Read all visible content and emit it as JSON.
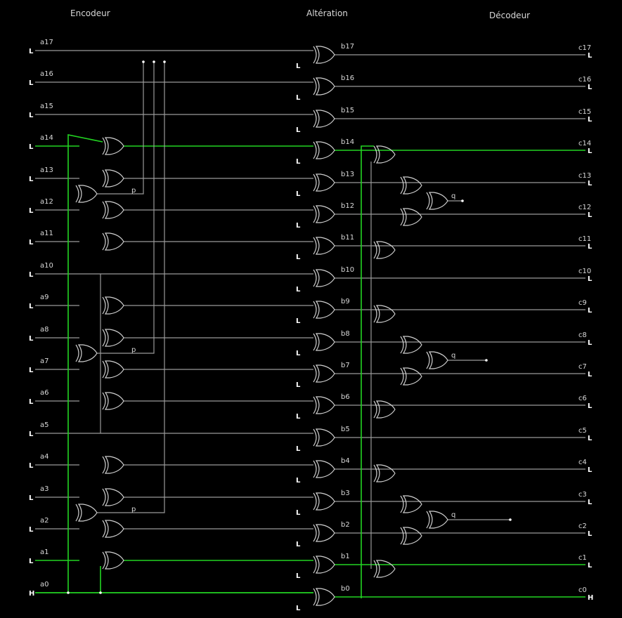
{
  "headers": {
    "encoder": "Encodeur",
    "alteration": "Altération",
    "decoder": "Décodeur"
  },
  "inputs": [
    {
      "name": "a17",
      "level": "L"
    },
    {
      "name": "a16",
      "level": "L"
    },
    {
      "name": "a15",
      "level": "L"
    },
    {
      "name": "a14",
      "level": "L"
    },
    {
      "name": "a13",
      "level": "L"
    },
    {
      "name": "a12",
      "level": "L"
    },
    {
      "name": "a11",
      "level": "L"
    },
    {
      "name": "a10",
      "level": "L"
    },
    {
      "name": "a9",
      "level": "L"
    },
    {
      "name": "a8",
      "level": "L"
    },
    {
      "name": "a7",
      "level": "L"
    },
    {
      "name": "a6",
      "level": "L"
    },
    {
      "name": "a5",
      "level": "L"
    },
    {
      "name": "a4",
      "level": "L"
    },
    {
      "name": "a3",
      "level": "L"
    },
    {
      "name": "a2",
      "level": "L"
    },
    {
      "name": "a1",
      "level": "L"
    },
    {
      "name": "a0",
      "level": "H"
    }
  ],
  "altered": [
    "b17",
    "b16",
    "b15",
    "b14",
    "b13",
    "b12",
    "b11",
    "b10",
    "b9",
    "b8",
    "b7",
    "b6",
    "b5",
    "b4",
    "b3",
    "b2",
    "b1",
    "b0"
  ],
  "alteration_levels": [
    "L",
    "L",
    "L",
    "L",
    "L",
    "L",
    "L",
    "L",
    "L",
    "L",
    "L",
    "L",
    "L",
    "L",
    "L",
    "L",
    "L",
    "L"
  ],
  "outputs": [
    {
      "name": "c17",
      "level": "L"
    },
    {
      "name": "c16",
      "level": "L"
    },
    {
      "name": "c15",
      "level": "L"
    },
    {
      "name": "c14",
      "level": "L"
    },
    {
      "name": "c13",
      "level": "L"
    },
    {
      "name": "c12",
      "level": "L"
    },
    {
      "name": "c11",
      "level": "L"
    },
    {
      "name": "c10",
      "level": "L"
    },
    {
      "name": "c9",
      "level": "L"
    },
    {
      "name": "c8",
      "level": "L"
    },
    {
      "name": "c7",
      "level": "L"
    },
    {
      "name": "c6",
      "level": "L"
    },
    {
      "name": "c5",
      "level": "L"
    },
    {
      "name": "c4",
      "level": "L"
    },
    {
      "name": "c3",
      "level": "L"
    },
    {
      "name": "c2",
      "level": "L"
    },
    {
      "name": "c1",
      "level": "L"
    },
    {
      "name": "c0",
      "level": "H"
    }
  ],
  "parity_labels": [
    "p",
    "p",
    "p"
  ],
  "syndrome_labels": [
    "q",
    "q",
    "q"
  ],
  "colors": {
    "active_wire": "#22d422",
    "inactive_wire": "#9a9a9a",
    "background": "#000000"
  }
}
